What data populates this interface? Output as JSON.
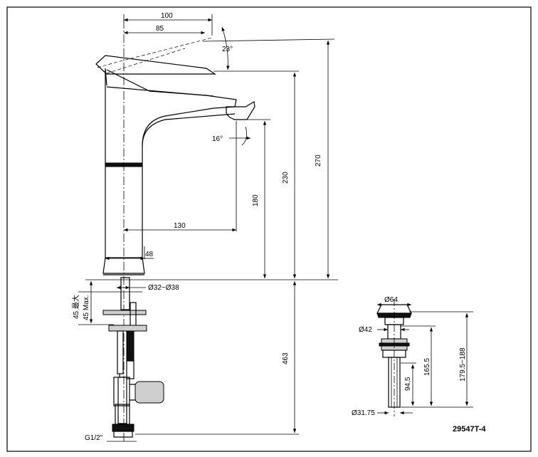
{
  "drawing": {
    "model_code": "29547T-4"
  },
  "faucet_dimensions": {
    "spout_reach_total": "100",
    "spout_reach_handle": "85",
    "handle_angle": "23°",
    "spout_angle": "16°",
    "total_height": "270",
    "spout_height": "230",
    "outlet_height": "180",
    "spout_reach_outlet": "130",
    "base_width": "48",
    "hole_diameter": "Ø32~Ø38",
    "deck_thickness_cn": "45 最大",
    "deck_thickness_en": "45 Max.",
    "hose_length": "463",
    "inlet_thread": "G1/2\""
  },
  "drain_dimensions": {
    "cap_diameter": "Ø64",
    "flange_diameter": "Ø42",
    "total_height": "179.5~188",
    "body_height": "165.5",
    "tail_height": "94.5",
    "tail_diameter": "Ø31.75"
  }
}
